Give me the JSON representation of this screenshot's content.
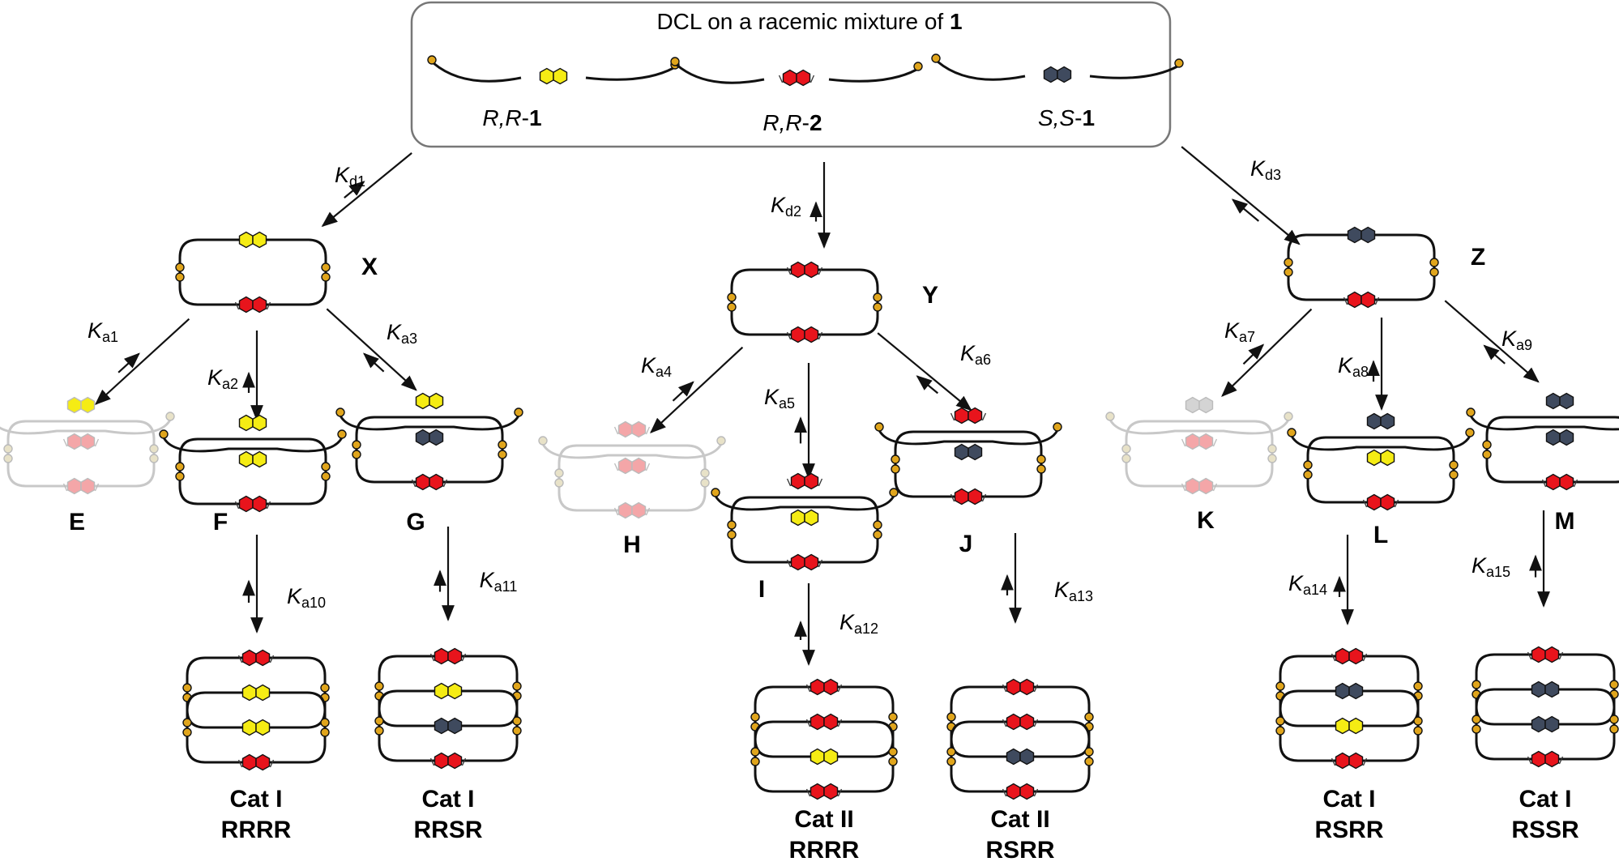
{
  "header": {
    "title_prefix": "DCL on  a racemic mixture of ",
    "title_bold": "1",
    "molecules": [
      {
        "stereo": "R,R",
        "number": "1"
      },
      {
        "stereo": "R,R",
        "number": "2"
      },
      {
        "stereo": "S,S",
        "number": "1"
      }
    ]
  },
  "nodes": {
    "X": "X",
    "Y": "Y",
    "Z": "Z",
    "E": "E",
    "F": "F",
    "G": "G",
    "H": "H",
    "I": "I",
    "J": "J",
    "K": "K",
    "L": "L",
    "M": "M"
  },
  "constants": {
    "d1": {
      "k": "K",
      "sub": "d1"
    },
    "d2": {
      "k": "K",
      "sub": "d2"
    },
    "d3": {
      "k": "K",
      "sub": "d3"
    },
    "a1": {
      "k": "K",
      "sub": "a1"
    },
    "a2": {
      "k": "K",
      "sub": "a2"
    },
    "a3": {
      "k": "K",
      "sub": "a3"
    },
    "a4": {
      "k": "K",
      "sub": "a4"
    },
    "a5": {
      "k": "K",
      "sub": "a5"
    },
    "a6": {
      "k": "K",
      "sub": "a6"
    },
    "a7": {
      "k": "K",
      "sub": "a7"
    },
    "a8": {
      "k": "K",
      "sub": "a8"
    },
    "a9": {
      "k": "K",
      "sub": "a9"
    },
    "a10": {
      "k": "K",
      "sub": "a10"
    },
    "a11": {
      "k": "K",
      "sub": "a11"
    },
    "a12": {
      "k": "K",
      "sub": "a12"
    },
    "a13": {
      "k": "K",
      "sub": "a13"
    },
    "a14": {
      "k": "K",
      "sub": "a14"
    },
    "a15": {
      "k": "K",
      "sub": "a15"
    }
  },
  "catenanes": [
    {
      "cat": "Cat I",
      "seq": "RRRR"
    },
    {
      "cat": "Cat I",
      "seq": "RRSR"
    },
    {
      "cat": "Cat II",
      "seq": "RRRR"
    },
    {
      "cat": "Cat II",
      "seq": "RSRR"
    },
    {
      "cat": "Cat I",
      "seq": "RSRR"
    },
    {
      "cat": "Cat I",
      "seq": "RSSR"
    }
  ],
  "colors": {
    "yellow": "#f5ec14",
    "red": "#e8141c",
    "dark": "#3f4a5e",
    "faded_red": "#f4a6a8",
    "faded_line": "#c8c8c8",
    "knob": "#e0a51c",
    "box_border": "#777777"
  }
}
